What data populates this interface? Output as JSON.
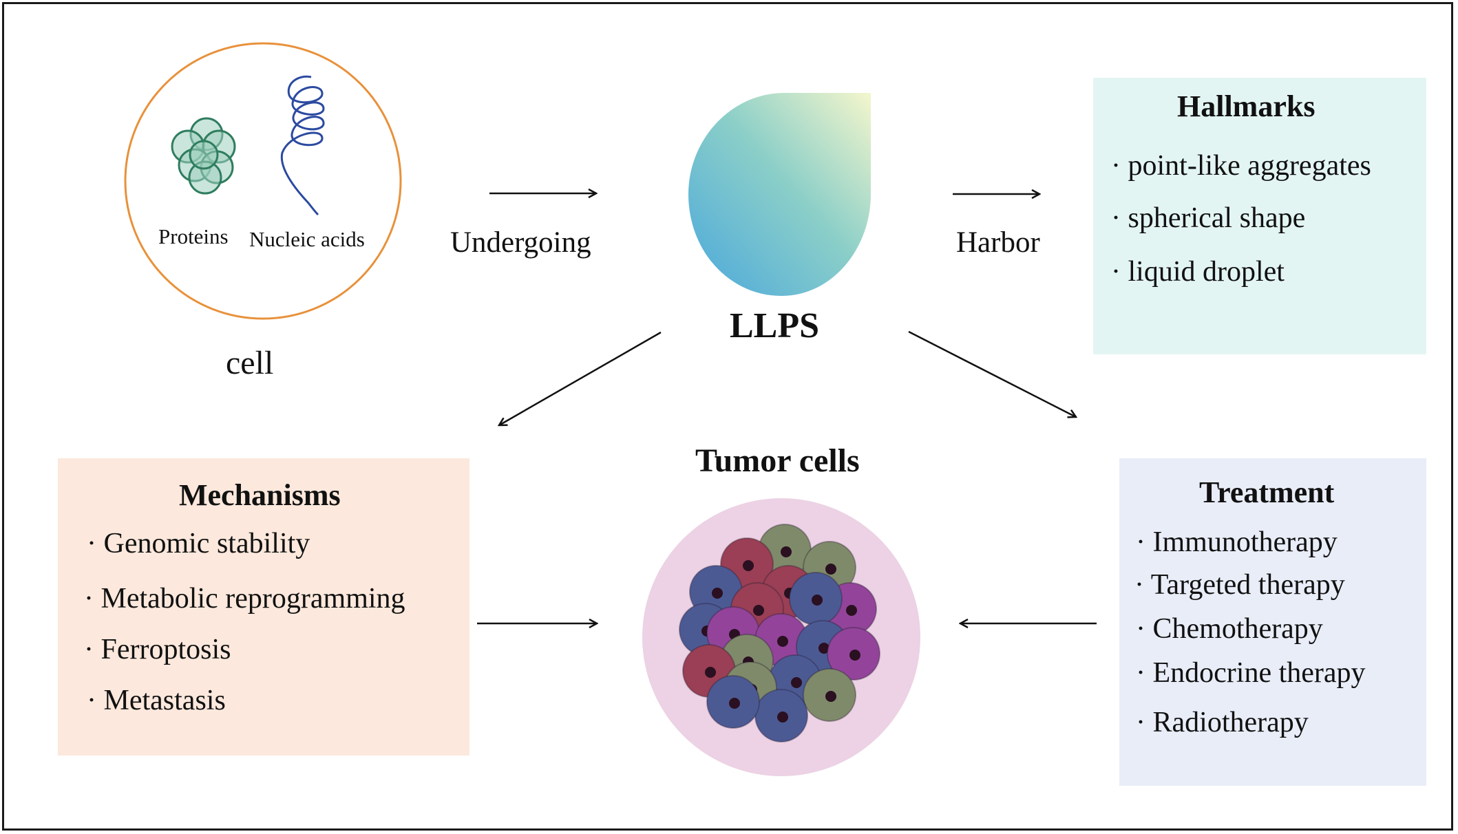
{
  "cell": {
    "label": "cell",
    "proteins_label": "Proteins",
    "nucleic_label": "Nucleic acids"
  },
  "arrows": {
    "undergoing": "Undergoing",
    "harbor": "Harbor"
  },
  "llps": {
    "label": "LLPS"
  },
  "hallmarks": {
    "title": "Hallmarks",
    "items": [
      "point-like aggregates",
      "spherical shape",
      "liquid droplet"
    ]
  },
  "mechanisms": {
    "title": "Mechanisms",
    "items": [
      "Genomic stability",
      "Metabolic reprogramming",
      "Ferroptosis",
      "Metastasis"
    ]
  },
  "tumor": {
    "label": "Tumor cells"
  },
  "treatment": {
    "title": "Treatment",
    "items": [
      "Immunotherapy",
      "Targeted therapy",
      "Chemotherapy",
      "Endocrine therapy",
      "Radiotherapy"
    ]
  },
  "bullet": "·",
  "colors": {
    "cell_border": "#e8913a",
    "protein": "#2f7d5f",
    "nucleic": "#2b4aa0",
    "hallmarks_bg": "#e3f5f3",
    "mechanisms_bg": "#fce8dc",
    "treatment_bg": "#e9edf8",
    "tumor_bg": "#ecd2e4"
  }
}
